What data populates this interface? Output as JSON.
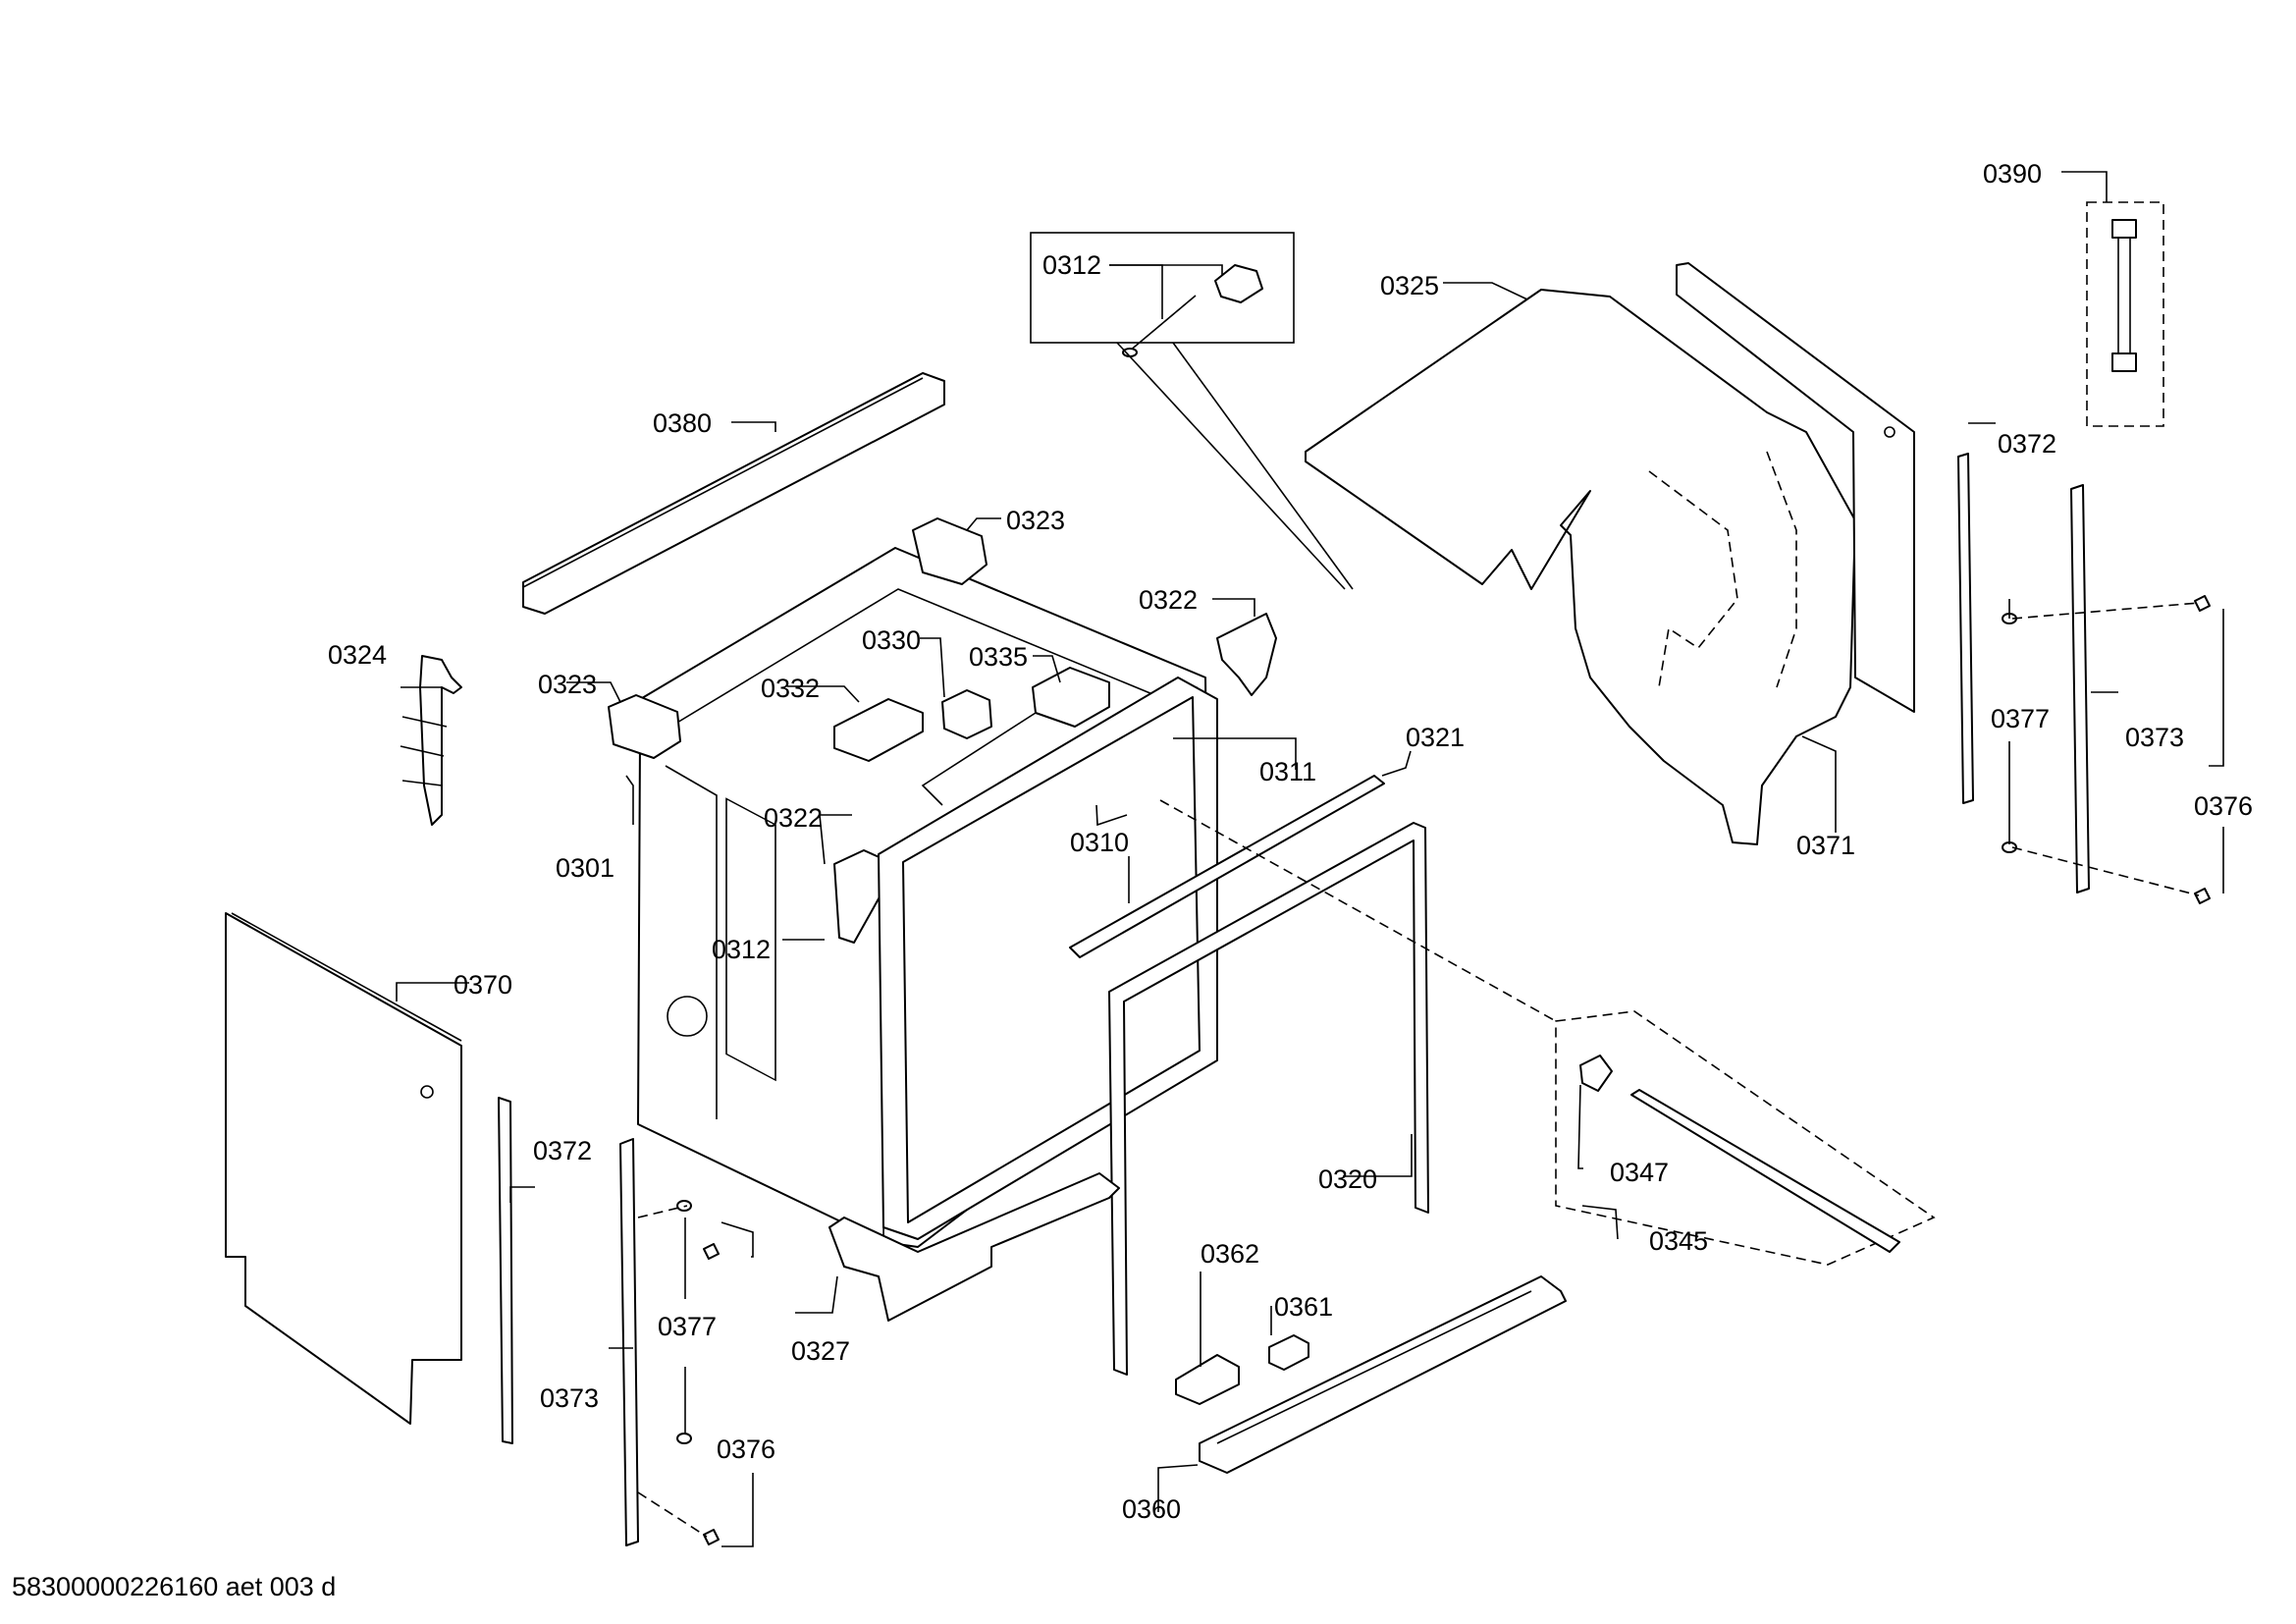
{
  "diagram": {
    "document_id": "58300000226160 aet 003 d",
    "labels": {
      "l0390": "0390",
      "l0312_detail": "0312",
      "l0325": "0325",
      "l0380": "0380",
      "l0323_top": "0323",
      "l0322_top": "0322",
      "l0324": "0324",
      "l0330": "0330",
      "l0335": "0335",
      "l0323_left": "0323",
      "l0332": "0332",
      "l0311": "0311",
      "l0321": "0321",
      "l0372_right": "0372",
      "l0377_right": "0377",
      "l0373_right": "0373",
      "l0376_right": "0376",
      "l0371": "0371",
      "l0322_mid": "0322",
      "l0301": "0301",
      "l0310": "0310",
      "l0312_mid": "0312",
      "l0370": "0370",
      "l0372_left": "0372",
      "l0347": "0347",
      "l0320": "0320",
      "l0345": "0345",
      "l0377_left": "0377",
      "l0373_left": "0373",
      "l0362": "0362",
      "l0361": "0361",
      "l0327": "0327",
      "l0376_left": "0376",
      "l0360": "0360"
    }
  }
}
